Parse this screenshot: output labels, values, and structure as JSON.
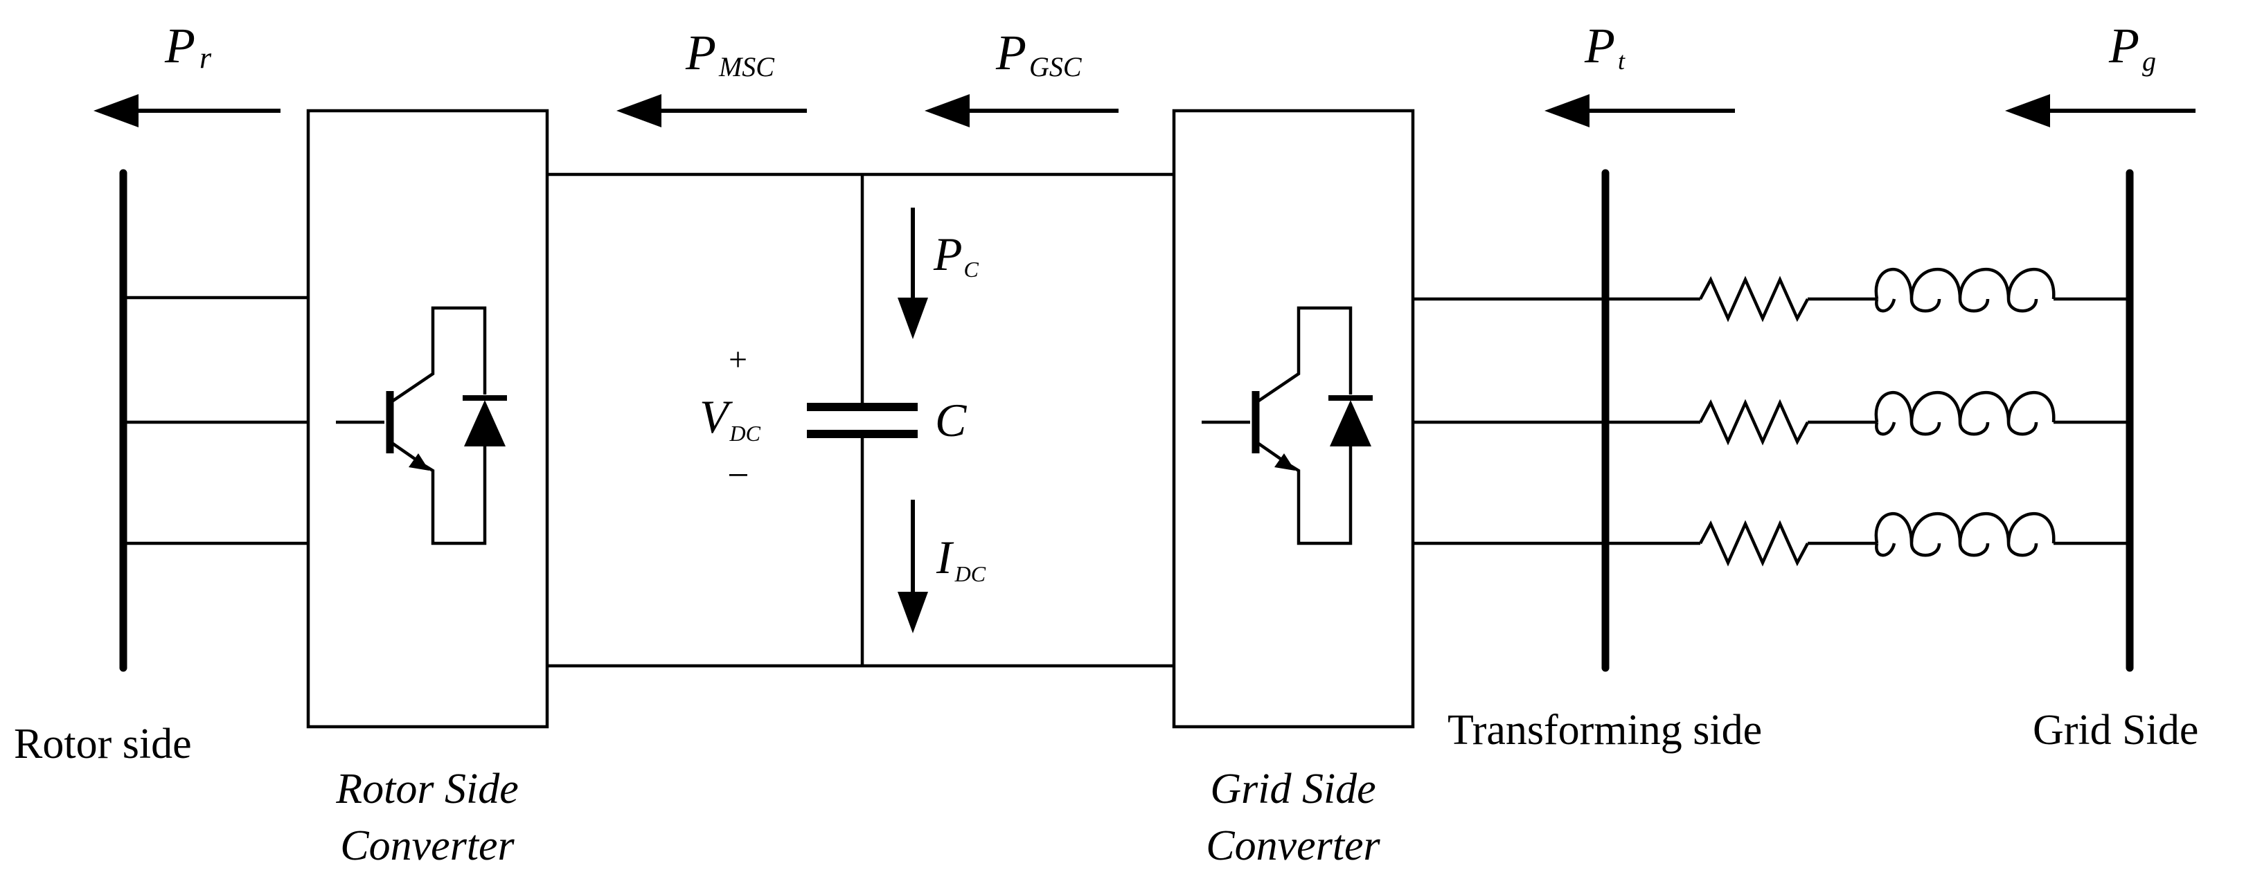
{
  "diagram": {
    "power_flows": {
      "rotor": {
        "base": "P",
        "sub": "r"
      },
      "msc": {
        "base": "P",
        "sub": "MSC"
      },
      "gsc": {
        "base": "P",
        "sub": "GSC"
      },
      "transforming": {
        "base": "P",
        "sub": "t"
      },
      "grid": {
        "base": "P",
        "sub": "g"
      },
      "capacitor": {
        "base": "P",
        "sub": "C"
      }
    },
    "dc_link": {
      "plus": "+",
      "voltage": {
        "base": "V",
        "sub": "DC"
      },
      "minus": "−",
      "capacitor_label": "C",
      "current": {
        "base": "I",
        "sub": "DC"
      }
    },
    "labels": {
      "rotor_side": "Rotor side",
      "rotor_side_converter_line1": "Rotor Side",
      "rotor_side_converter_line2": "Converter",
      "grid_side_converter_line1": "Grid Side",
      "grid_side_converter_line2": "Converter",
      "transforming_side": "Transforming side",
      "grid_side": "Grid Side"
    }
  }
}
